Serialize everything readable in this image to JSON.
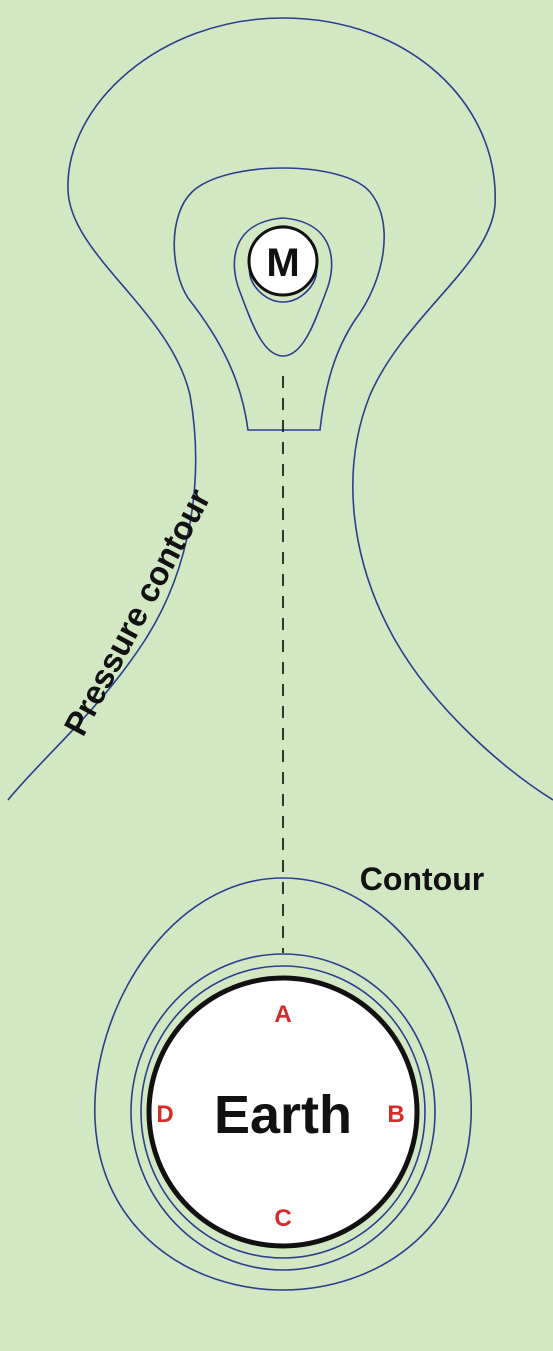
{
  "moon": {
    "label": "M"
  },
  "earth": {
    "label": "Earth",
    "points": {
      "top": "A",
      "right": "B",
      "bottom": "C",
      "left": "D"
    }
  },
  "labels": {
    "pressure_contour": "Pressure contour",
    "contour": "Contour"
  },
  "colors": {
    "background": "#d2e8c2",
    "contour_line": "#2a3f8f",
    "point_label": "#d92a2a",
    "body_fill": "#ffffff",
    "body_outline": "#111111"
  }
}
